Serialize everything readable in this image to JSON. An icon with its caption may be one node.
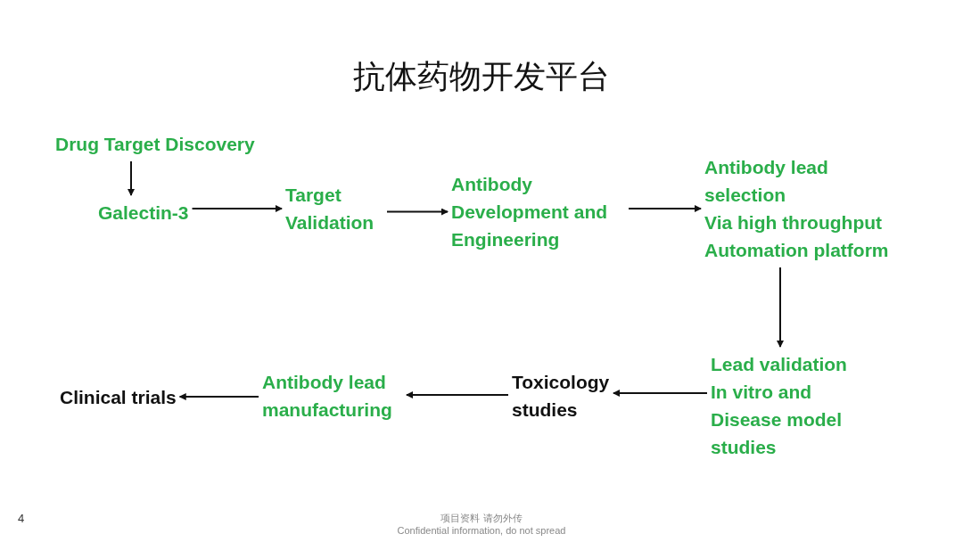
{
  "diagram": {
    "title": "抗体药物开发平台",
    "nodes": [
      {
        "text": [
          "Drug Target Discovery"
        ]
      },
      {
        "text": [
          "Galectin-3"
        ]
      },
      {
        "text": [
          "Target Validation"
        ]
      },
      {
        "text": [
          "Antibody Development and Engineering"
        ]
      },
      {
        "text": [
          "Antibody lead selection",
          "Via high throughput Automation platform"
        ]
      },
      {
        "text": [
          "Lead validation",
          "In vitro and Disease model studies"
        ]
      },
      {
        "text": [
          "Toxicology studies"
        ]
      },
      {
        "text": [
          "Antibody lead manufacturing"
        ]
      },
      {
        "text": [
          "Clinical trials"
        ]
      }
    ],
    "edges": [
      {
        "from": 0,
        "to": 1,
        "arrow": "to"
      },
      {
        "from": 1,
        "to": 2,
        "arrow": "to"
      },
      {
        "from": 2,
        "to": 3,
        "arrow": "to"
      },
      {
        "from": 3,
        "to": 4,
        "arrow": "to"
      },
      {
        "from": 4,
        "to": 5,
        "arrow": "to"
      },
      {
        "from": 5,
        "to": 6,
        "arrow": "to"
      },
      {
        "from": 6,
        "to": 7,
        "arrow": "to"
      },
      {
        "from": 7,
        "to": 8,
        "arrow": "to"
      }
    ],
    "labels": [
      "4",
      "项目资料 请勿外传",
      "Confidential information, do not spread"
    ]
  }
}
